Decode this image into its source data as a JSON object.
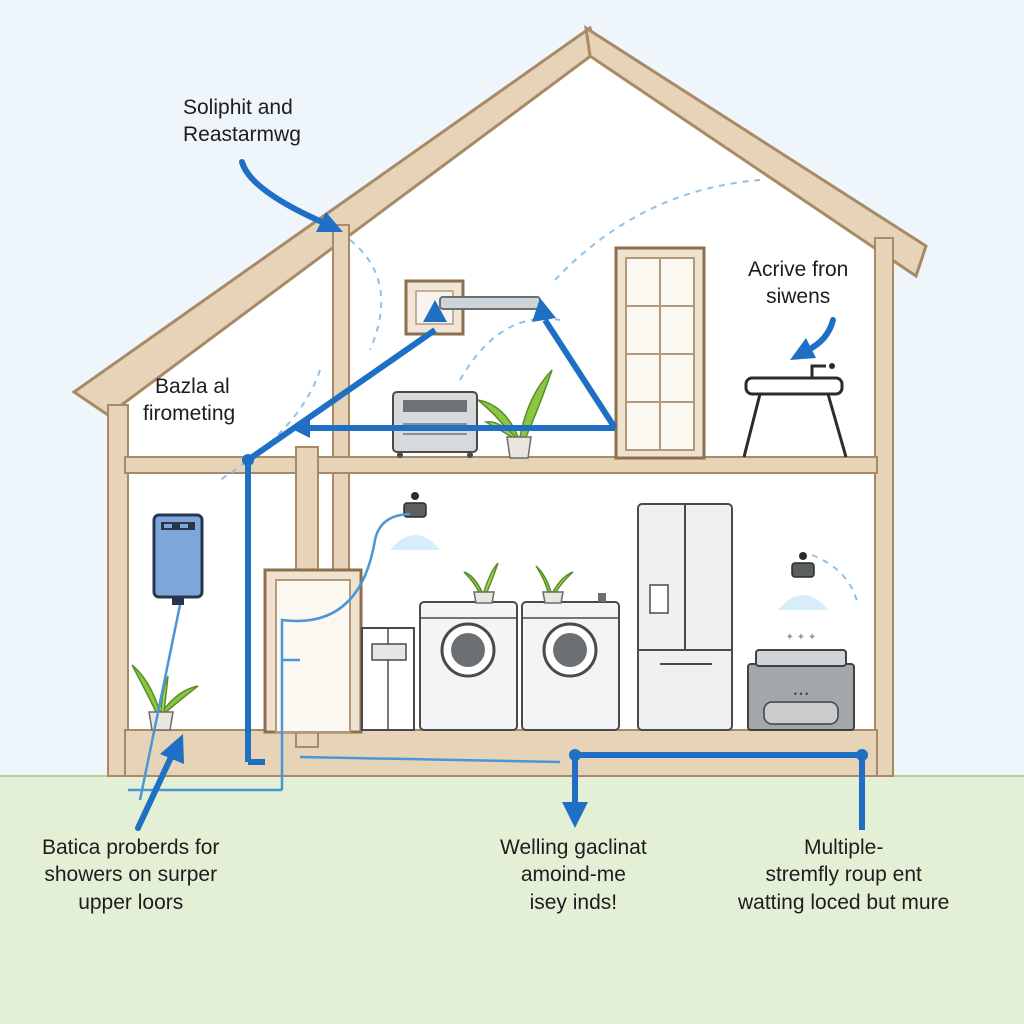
{
  "colors": {
    "sky": "#eef5fb",
    "ground": "#e4f0d6",
    "wall": "#ffffff",
    "timber": "#e7d3b7",
    "timber_stroke": "#a98a66",
    "pipe": "#1f6fc4",
    "pipe_light": "#8cc2ea",
    "outline": "#4a4a4a"
  },
  "labels": {
    "top_left": [
      "Soliphit and",
      "Reastarmwg"
    ],
    "mid_left": [
      "Bazla al",
      "firometing"
    ],
    "top_right": [
      "Acrive fron",
      "siwens"
    ],
    "bottom_left": [
      "Batica proberds for",
      "showers on surper",
      "upper loors"
    ],
    "bottom_center": [
      "Welling gaclinat",
      "amoind-me",
      "isey inds!"
    ],
    "bottom_right": [
      "Multiple-",
      "stremfly roup ent",
      "watting loced but mure"
    ]
  },
  "icons": {
    "sink": "sink-icon",
    "fridge": "fridge-icon",
    "washer": "washing-machine-icon",
    "water_heater": "water-heater-icon",
    "plant": "plant-icon",
    "lamp": "lamp-icon",
    "window": "window-icon",
    "door": "door-icon",
    "hvac": "hvac-unit-icon",
    "stove": "stove-icon"
  }
}
